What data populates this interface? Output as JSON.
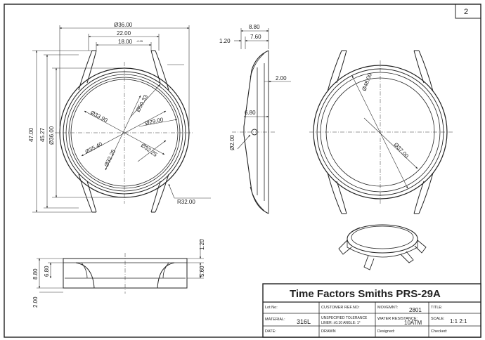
{
  "sheet": {
    "number": "2"
  },
  "front_view": {
    "dims": {
      "case_dia_top": "Ø36.00",
      "lug_width": "22.00",
      "strap_width": "18.00",
      "strap_width_suffix": "-0.05",
      "overall_length": "47.00",
      "lug_inner_length": "45.27",
      "case_dia_side": "Ø36.00",
      "dial_dia": "Ø33.90",
      "bezel_arc": "Ø50.33",
      "opening_dia": "Ø29.00",
      "bezel_dia": "Ø35.40",
      "inner_a": "Ø32.25",
      "inner_b": "Ø32.25",
      "lug_radius": "R32.00"
    }
  },
  "side_view": {
    "dims": {
      "total_height": "8.80",
      "body_height": "7.60",
      "bezel_step": "1.20",
      "lug_offset": "2.00",
      "crown_pos": "6.80",
      "hole_dia": "Ø2.00"
    }
  },
  "back_view": {
    "dims": {
      "back_outer": "Ø48.00",
      "back_inner": "Ø37.00"
    }
  },
  "section_view": {
    "dims": {
      "total_height": "8.80",
      "middle_height": "6.80",
      "bottom_height": "2.00",
      "top_step": "1.20",
      "right_height": "5.60"
    }
  },
  "title_block": {
    "title": "Time Factors Smiths PRS-29A",
    "rows": [
      [
        {
          "label": "Lot No:",
          "value": ""
        },
        {
          "label": "CUSTOMER REF.NO:",
          "value": ""
        },
        {
          "label": "MOVEMNT:",
          "value": "2801"
        },
        {
          "label": "TITLE:",
          "value": ""
        }
      ],
      [
        {
          "label": "MATERIAL:",
          "value": "316L"
        },
        {
          "label": "UNSPECIFIED TOLERANCE",
          "value": "LINER: ±0.10  ANGLE: 1°"
        },
        {
          "label": "WATER RESISTANCE:",
          "value": "10ATM"
        },
        {
          "label": "SCALE:",
          "value": "1:1  2:1"
        }
      ],
      [
        {
          "label": "DATE:",
          "value": ""
        },
        {
          "label": "DRAWN",
          "value": ""
        },
        {
          "label": "Designed:",
          "value": ""
        },
        {
          "label": "Checked:",
          "value": ""
        }
      ]
    ]
  }
}
